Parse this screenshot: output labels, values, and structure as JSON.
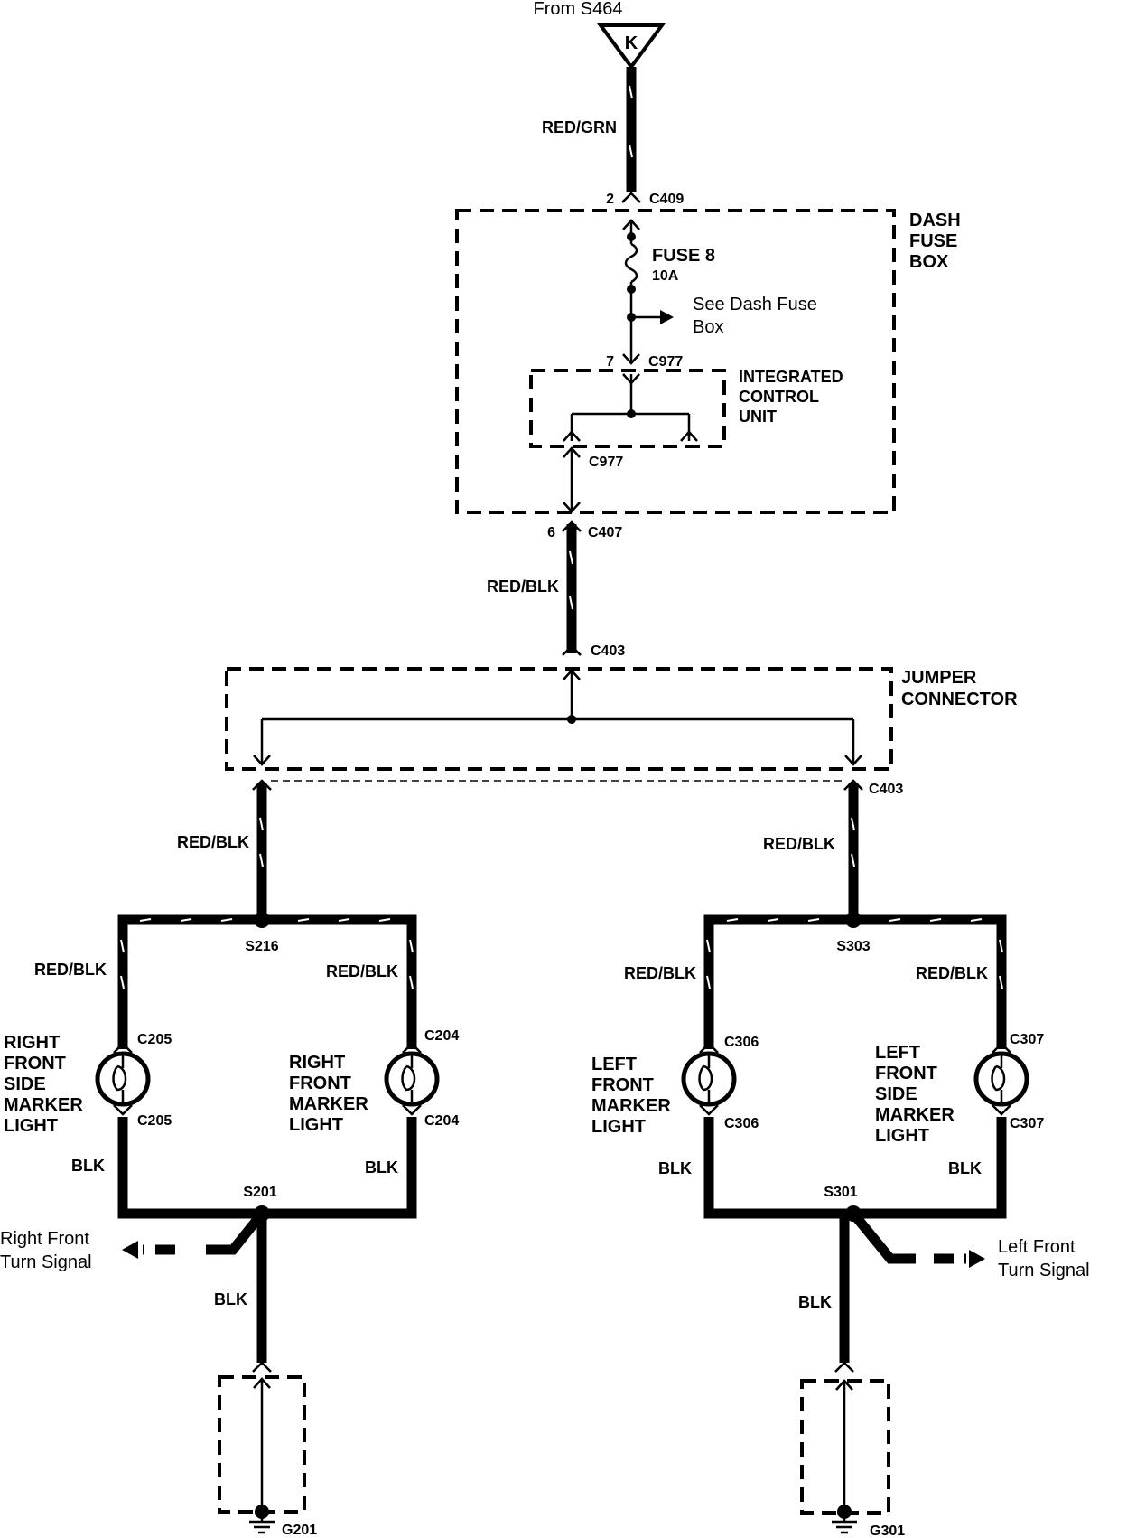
{
  "source": {
    "label": "From S464",
    "terminal": "K"
  },
  "wires": {
    "red_grn": "RED/GRN",
    "red_blk": "RED/BLK",
    "blk": "BLK"
  },
  "connectors": {
    "c409": "C409",
    "c409_pin": "2",
    "c977": "C977",
    "c977_pin": "7",
    "c407": "C407",
    "c407_pin": "6",
    "c403": "C403",
    "c205": "C205",
    "c204": "C204",
    "c306": "C306",
    "c307": "C307"
  },
  "dash_fuse_box": {
    "line1": "DASH",
    "line2": "FUSE",
    "line3": "BOX",
    "fuse_name": "FUSE 8",
    "fuse_rating": "10A",
    "see_line1": "See Dash Fuse",
    "see_line2": "Box"
  },
  "icu": {
    "line1": "INTEGRATED",
    "line2": "CONTROL",
    "line3": "UNIT"
  },
  "jumper": {
    "line1": "JUMPER",
    "line2": "CONNECTOR"
  },
  "splices": {
    "s216": "S216",
    "s303": "S303",
    "s201": "S201",
    "s301": "S301"
  },
  "lights": {
    "rf_side": [
      "RIGHT",
      "FRONT",
      "SIDE",
      "MARKER",
      "LIGHT"
    ],
    "rf_marker": [
      "RIGHT",
      "FRONT",
      "MARKER",
      "LIGHT"
    ],
    "lf_marker": [
      "LEFT",
      "FRONT",
      "MARKER",
      "LIGHT"
    ],
    "lf_side": [
      "LEFT",
      "FRONT",
      "SIDE",
      "MARKER",
      "LIGHT"
    ]
  },
  "turn_signals": {
    "right_line1": "Right Front",
    "right_line2": "Turn Signal",
    "left_line1": "Left   Front",
    "left_line2": "Turn Signal"
  },
  "grounds": {
    "g201": "G201",
    "g301": "G301"
  }
}
